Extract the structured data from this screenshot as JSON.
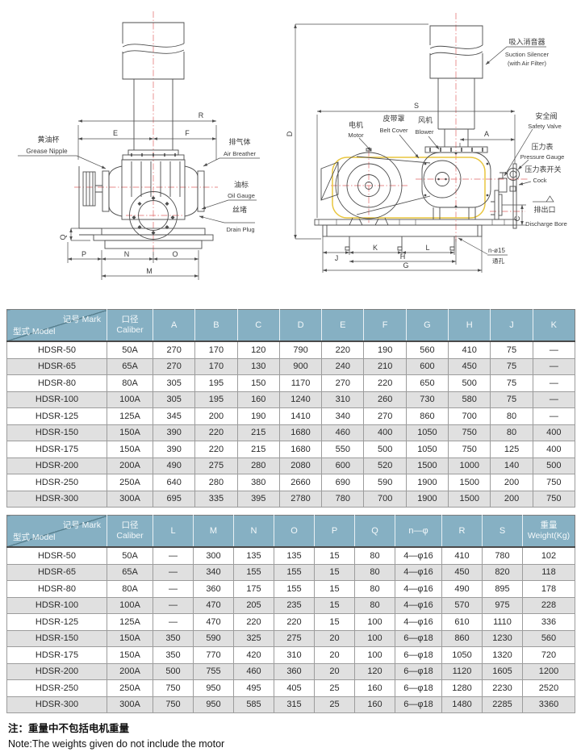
{
  "drawings": {
    "front_view": {
      "labels": {
        "grease_nipple_zh": "黄油杯",
        "grease_nipple_en": "Grease Nipple",
        "air_breather_zh": "排气体",
        "air_breather_en": "Air Breather",
        "oil_gauge_zh": "油标",
        "oil_gauge_en": "Oil Gauge",
        "drain_plug_zh": "丝堵",
        "drain_plug_en": "Drain Plug"
      },
      "dims": {
        "r": "R",
        "e": "E",
        "f": "F",
        "q": "Q",
        "p": "P",
        "n": "N",
        "o": "O",
        "m": "M"
      }
    },
    "side_view": {
      "labels": {
        "suction_silencer_zh": "吸入消音器",
        "suction_silencer_en1": "Suction Silencer",
        "suction_silencer_en2": "(with Air Filter)",
        "motor_zh": "电机",
        "motor_en": "Motor",
        "belt_cover_zh": "皮带罩",
        "belt_cover_en": "Belt Cover",
        "blower_zh": "风机",
        "blower_en": "Blower",
        "safety_valve_zh": "安全阀",
        "safety_valve_en": "Safety Valve",
        "pressure_gauge_zh": "压力表",
        "pressure_gauge_en": "Pressure Gauge",
        "cock_zh": "压力表开关",
        "cock_en": "Cock",
        "discharge_zh": "排出口",
        "discharge_en": "Discharge Bore",
        "holes": "n-ø15",
        "holes_sub": "通孔"
      },
      "dims": {
        "d": "D",
        "s": "S",
        "a": "A",
        "c": "C",
        "j": "J",
        "k": "K",
        "l": "L",
        "h": "H",
        "g": "G"
      }
    }
  },
  "table1": {
    "corner": {
      "mark": "记号 Mark",
      "model": "型式 Model"
    },
    "caliber": {
      "zh": "口径",
      "en": "Caliber"
    },
    "columns": [
      "A",
      "B",
      "C",
      "D",
      "E",
      "F",
      "G",
      "H",
      "J",
      "K"
    ],
    "rows": [
      [
        "HDSR-50",
        "50A",
        "270",
        "170",
        "120",
        "790",
        "220",
        "190",
        "560",
        "410",
        "75",
        "—"
      ],
      [
        "HDSR-65",
        "65A",
        "270",
        "170",
        "130",
        "900",
        "240",
        "210",
        "600",
        "450",
        "75",
        "—"
      ],
      [
        "HDSR-80",
        "80A",
        "305",
        "195",
        "150",
        "1170",
        "270",
        "220",
        "650",
        "500",
        "75",
        "—"
      ],
      [
        "HDSR-100",
        "100A",
        "305",
        "195",
        "160",
        "1240",
        "310",
        "260",
        "730",
        "580",
        "75",
        "—"
      ],
      [
        "HDSR-125",
        "125A",
        "345",
        "200",
        "190",
        "1410",
        "340",
        "270",
        "860",
        "700",
        "80",
        "—"
      ],
      [
        "HDSR-150",
        "150A",
        "390",
        "220",
        "215",
        "1680",
        "460",
        "400",
        "1050",
        "750",
        "80",
        "400"
      ],
      [
        "HDSR-175",
        "150A",
        "390",
        "220",
        "215",
        "1680",
        "550",
        "500",
        "1050",
        "750",
        "125",
        "400"
      ],
      [
        "HDSR-200",
        "200A",
        "490",
        "275",
        "280",
        "2080",
        "600",
        "520",
        "1500",
        "1000",
        "140",
        "500"
      ],
      [
        "HDSR-250",
        "250A",
        "640",
        "280",
        "380",
        "2660",
        "690",
        "590",
        "1900",
        "1500",
        "200",
        "750"
      ],
      [
        "HDSR-300",
        "300A",
        "695",
        "335",
        "395",
        "2780",
        "780",
        "700",
        "1900",
        "1500",
        "200",
        "750"
      ]
    ]
  },
  "table2": {
    "corner": {
      "mark": "记号 Mark",
      "model": "型式 Model"
    },
    "caliber": {
      "zh": "口径",
      "en": "Caliber"
    },
    "columns": [
      "L",
      "M",
      "N",
      "O",
      "P",
      "Q",
      "n—φ",
      "R",
      "S"
    ],
    "weight_header": {
      "zh": "重量",
      "en": "Weight(Kg)"
    },
    "rows": [
      [
        "HDSR-50",
        "50A",
        "—",
        "300",
        "135",
        "135",
        "15",
        "80",
        "4—φ16",
        "410",
        "780",
        "102"
      ],
      [
        "HDSR-65",
        "65A",
        "—",
        "340",
        "155",
        "155",
        "15",
        "80",
        "4—φ16",
        "450",
        "820",
        "118"
      ],
      [
        "HDSR-80",
        "80A",
        "—",
        "360",
        "175",
        "155",
        "15",
        "80",
        "4—φ16",
        "490",
        "895",
        "178"
      ],
      [
        "HDSR-100",
        "100A",
        "—",
        "470",
        "205",
        "235",
        "15",
        "80",
        "4—φ16",
        "570",
        "975",
        "228"
      ],
      [
        "HDSR-125",
        "125A",
        "—",
        "470",
        "220",
        "220",
        "15",
        "100",
        "4—φ16",
        "610",
        "1110",
        "336"
      ],
      [
        "HDSR-150",
        "150A",
        "350",
        "590",
        "325",
        "275",
        "20",
        "100",
        "6—φ18",
        "860",
        "1230",
        "560"
      ],
      [
        "HDSR-175",
        "150A",
        "350",
        "770",
        "420",
        "310",
        "20",
        "100",
        "6—φ18",
        "1050",
        "1320",
        "720"
      ],
      [
        "HDSR-200",
        "200A",
        "500",
        "755",
        "460",
        "360",
        "20",
        "120",
        "6—φ18",
        "1120",
        "1605",
        "1200"
      ],
      [
        "HDSR-250",
        "250A",
        "750",
        "950",
        "495",
        "405",
        "25",
        "160",
        "6—φ18",
        "1280",
        "2230",
        "2520"
      ],
      [
        "HDSR-300",
        "300A",
        "750",
        "950",
        "585",
        "315",
        "25",
        "160",
        "6—φ18",
        "1480",
        "2285",
        "3360"
      ]
    ]
  },
  "note": {
    "zh": "注：重量中不包括电机重量",
    "en": "Note:The weights given do not include the motor"
  },
  "colors": {
    "header_bg": "#86b0c3",
    "row_alt": "#e0e0e0",
    "drawing_line": "#4d4d4d",
    "centerline": "#e06666",
    "belt_cover_highlight": "#e9c63f"
  }
}
